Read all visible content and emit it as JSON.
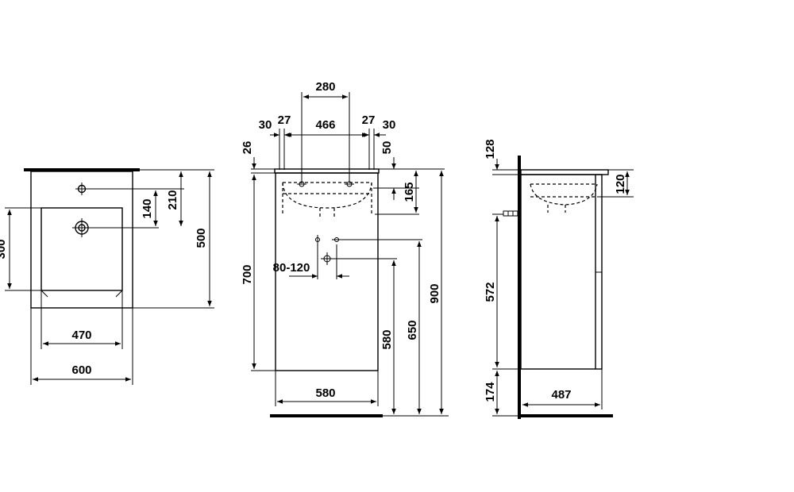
{
  "top_view": {
    "dims": {
      "d470": "470",
      "d600": "600",
      "d140": "140",
      "d210": "210",
      "d500": "500",
      "d300": "300"
    }
  },
  "front_view": {
    "dims": {
      "d280": "280",
      "d30l": "30",
      "d27l": "27",
      "d466": "466",
      "d27r": "27",
      "d30r": "30",
      "d26": "26",
      "d50": "50",
      "d165": "165",
      "d700": "700",
      "d80_120": "80-120",
      "d580w": "580",
      "d580h": "580",
      "d650": "650",
      "d900": "900"
    }
  },
  "side_view": {
    "dims": {
      "d128": "128",
      "d120": "120",
      "d572": "572",
      "d174": "174",
      "d487": "487"
    }
  }
}
